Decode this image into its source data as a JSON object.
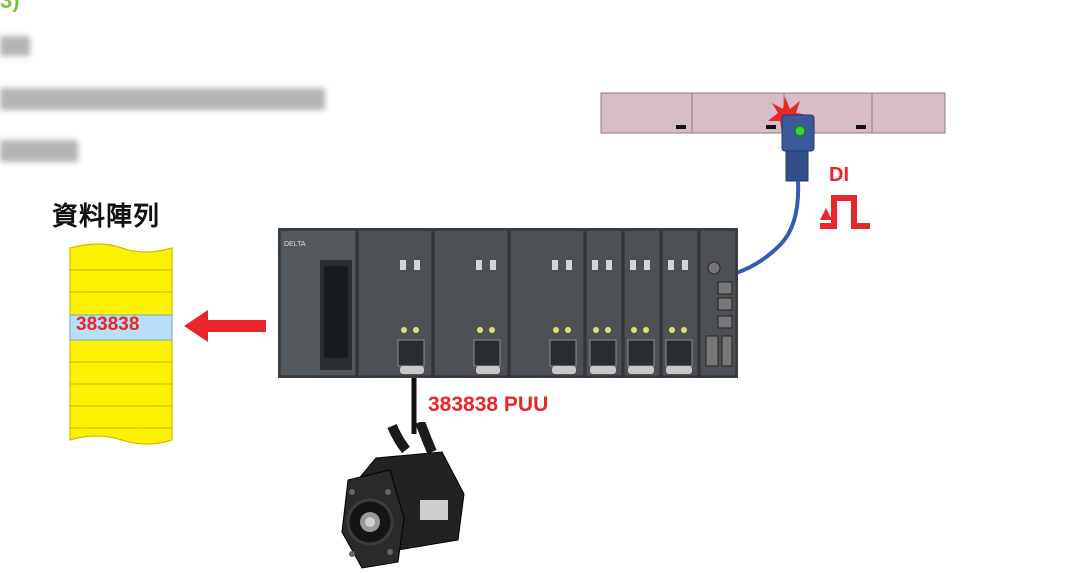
{
  "array_label": "資料陣列",
  "array_value": "383838",
  "servo_position": "383838 PUU",
  "sensor_signal": "DI",
  "colors": {
    "accent_red": "#e8262b",
    "array_fill": "#fff200",
    "array_highlight": "#b8dff5",
    "conveyor": "#d6bcc6",
    "sensor_blue": "#3b5a9a",
    "plc_body": "#4a4e52",
    "step_green": "#7cc242"
  },
  "icons": [
    "plc-rack-icon",
    "servo-motor-icon",
    "proximity-sensor-icon",
    "pulse-signal-icon"
  ]
}
